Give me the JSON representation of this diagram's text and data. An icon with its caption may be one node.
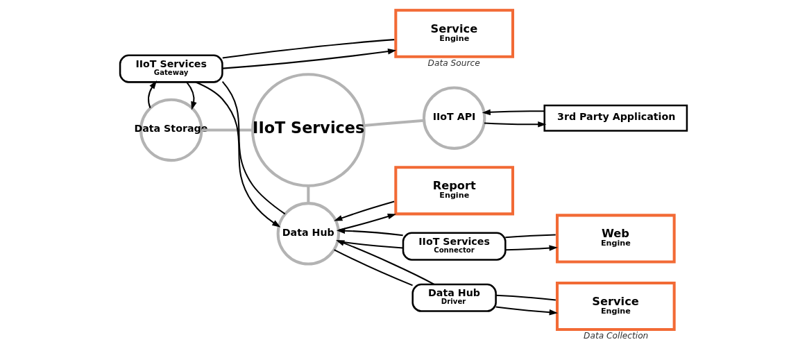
{
  "diagram": {
    "nodes": [
      {
        "text": [
          "Data Storage"
        ]
      },
      {
        "text": [
          "IIoT Services"
        ]
      },
      {
        "text": [
          "IIoT API"
        ]
      },
      {
        "text": [
          "3rd Party Application"
        ]
      },
      {
        "text": [
          "Service",
          "Engine"
        ],
        "beside": [
          "Data Source"
        ]
      },
      {
        "text": [
          "IIoT Services",
          "Gateway"
        ]
      },
      {
        "text": [
          "Data Hub"
        ]
      },
      {
        "text": [
          "Data Hub",
          "Driver"
        ]
      },
      {
        "text": [
          "Service",
          "Engine"
        ],
        "beside": [
          "Data Collection"
        ]
      },
      {
        "text": [
          "Report",
          "Engine"
        ]
      },
      {
        "text": [
          "IIoT Services",
          "Connector"
        ]
      },
      {
        "text": [
          "Web",
          "Engine"
        ]
      }
    ],
    "edges": [
      {
        "from": 0,
        "to": 1,
        "arrow": "none",
        "style": "thick",
        "color": "#b3b3b3"
      },
      {
        "from": 1,
        "to": 2,
        "arrow": "none",
        "style": "thick",
        "color": "#b3b3b3"
      },
      {
        "from": 2,
        "to": 3,
        "arrow": "to"
      },
      {
        "from": 3,
        "to": 2,
        "arrow": "to"
      },
      {
        "from": 5,
        "to": 0,
        "arrow": "to"
      },
      {
        "from": 0,
        "to": 5,
        "arrow": "to"
      },
      {
        "from": 1,
        "to": 6,
        "arrow": "none",
        "style": "thick",
        "color": "#b3b3b3"
      },
      {
        "from": 4,
        "to": 5,
        "arrow": "none"
      },
      {
        "from": 5,
        "to": 4,
        "arrow": "to"
      },
      {
        "from": 5,
        "to": 6,
        "arrow": "to"
      },
      {
        "from": 6,
        "to": 5,
        "arrow": "none"
      },
      {
        "from": 6,
        "to": 7,
        "arrow": "none"
      },
      {
        "from": 7,
        "to": 6,
        "arrow": "to"
      },
      {
        "from": 7,
        "to": 8,
        "arrow": "to"
      },
      {
        "from": 8,
        "to": 7,
        "arrow": "none"
      },
      {
        "from": 6,
        "to": 9,
        "arrow": "to"
      },
      {
        "from": 9,
        "to": 6,
        "arrow": "to"
      },
      {
        "from": 6,
        "to": 10,
        "arrow": "none"
      },
      {
        "from": 10,
        "to": 6,
        "arrow": "to"
      },
      {
        "from": 10,
        "to": 11,
        "arrow": "to"
      },
      {
        "from": 11,
        "to": 10,
        "arrow": "none"
      }
    ]
  }
}
